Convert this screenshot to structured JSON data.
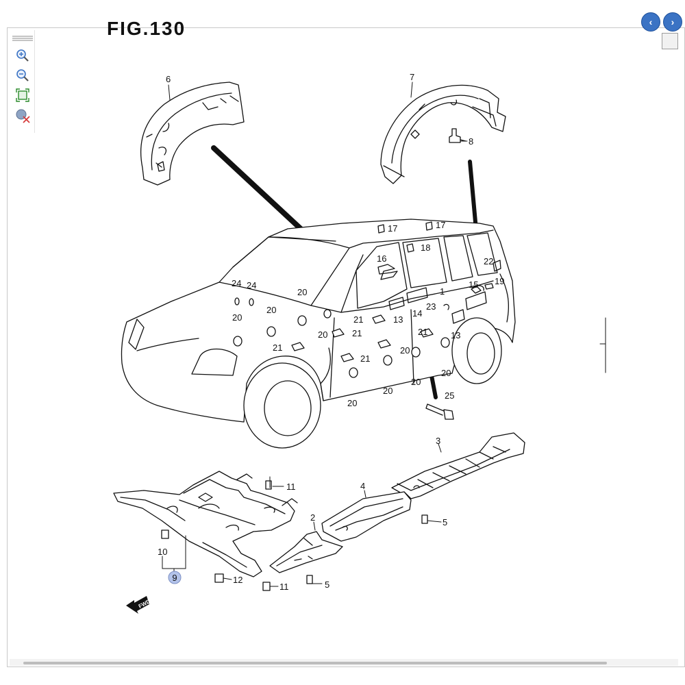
{
  "figure": {
    "title": "FIG.130"
  },
  "toolbar": {
    "items": [
      {
        "icon": "zoom-in-icon"
      },
      {
        "icon": "zoom-out-icon"
      },
      {
        "icon": "fit-page-icon"
      },
      {
        "icon": "reset-zoom-icon"
      }
    ]
  },
  "nav": {
    "prev_icon": "arrow-left-icon",
    "next_icon": "arrow-right-icon"
  },
  "fwd_label": "FWD",
  "callout_selected": "9",
  "labels": {
    "l6": "6",
    "l7": "7",
    "l8": "8",
    "l17a": "17",
    "l17b": "17",
    "l18": "18",
    "l16": "16",
    "l22": "22",
    "l19": "19",
    "l15": "15",
    "l1": "1",
    "l24a": "24",
    "l24b": "24",
    "l20a": "20",
    "l20b": "20",
    "l20c": "20",
    "l20d": "20",
    "l20e": "20",
    "l20f": "20",
    "l20g": "20",
    "l20h": "20",
    "l20i": "20",
    "l21a": "21",
    "l21b": "21",
    "l21c": "21",
    "l21d": "21",
    "l21e": "21",
    "l13a": "13",
    "l13b": "13",
    "l14": "14",
    "l23": "23",
    "l25": "25",
    "l3": "3",
    "l4": "4",
    "l2": "2",
    "l11a": "11",
    "l11b": "11",
    "l5a": "5",
    "l5b": "5",
    "l10": "10",
    "l12": "12"
  },
  "colors": {
    "accent": "#3b73c4",
    "callout_fill": "#b3c3ea",
    "line": "#111111"
  }
}
